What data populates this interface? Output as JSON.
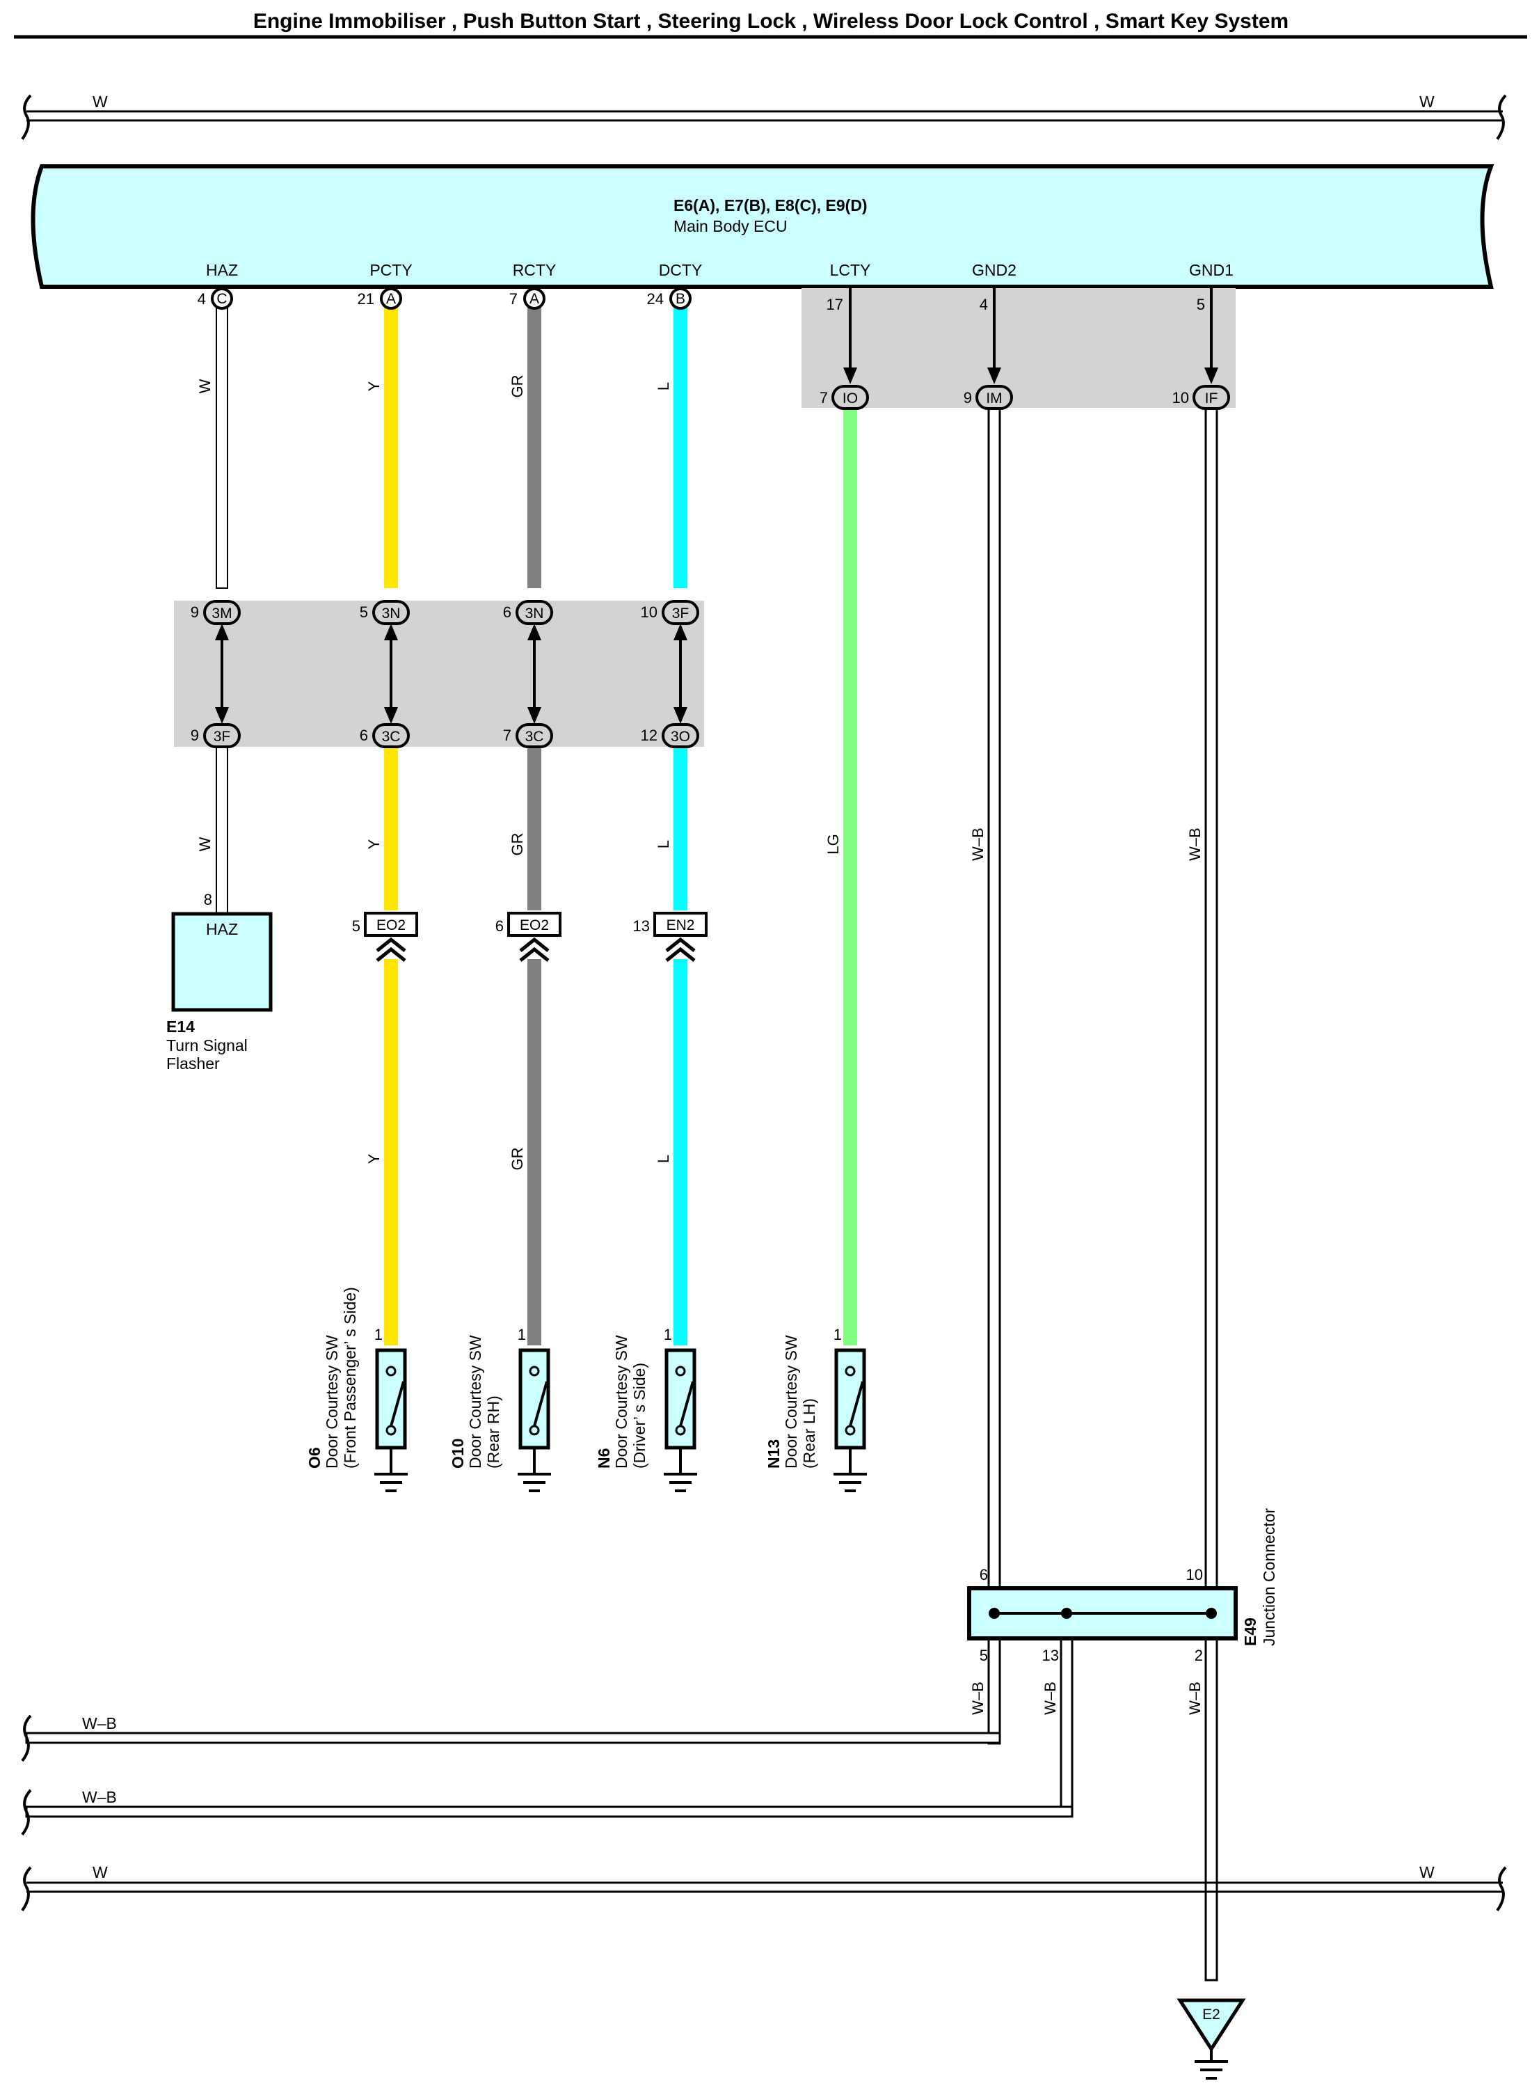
{
  "title": "Engine Immobiliser , Push Button Start , Steering Lock , Wireless Door Lock Control , Smart Key System",
  "bus_top": {
    "left_label": "W",
    "right_label": "W"
  },
  "ecu": {
    "code": "E6(A), E7(B), E8(C), E9(D)",
    "name": "Main Body ECU"
  },
  "terminals": {
    "haz": {
      "name": "HAZ",
      "pin": "4",
      "conn": "C"
    },
    "pcty": {
      "name": "PCTY",
      "pin": "21",
      "conn": "A"
    },
    "rcty": {
      "name": "RCTY",
      "pin": "7",
      "conn": "A"
    },
    "dcty": {
      "name": "DCTY",
      "pin": "24",
      "conn": "B"
    },
    "lcty": {
      "name": "LCTY",
      "pin": "17"
    },
    "gnd2": {
      "name": "GND2",
      "pin": "4"
    },
    "gnd1": {
      "name": "GND1",
      "pin": "5"
    }
  },
  "internal_connectors": {
    "io": {
      "pin": "7",
      "label": "IO"
    },
    "im": {
      "pin": "9",
      "label": "IM"
    },
    "if": {
      "pin": "10",
      "label": "IF"
    }
  },
  "junction_upper": [
    {
      "pin": "9",
      "label": "3M"
    },
    {
      "pin": "5",
      "label": "3N"
    },
    {
      "pin": "6",
      "label": "3N"
    },
    {
      "pin": "10",
      "label": "3F"
    }
  ],
  "junction_lower": [
    {
      "pin": "9",
      "label": "3F"
    },
    {
      "pin": "6",
      "label": "3C"
    },
    {
      "pin": "7",
      "label": "3C"
    },
    {
      "pin": "12",
      "label": "3O"
    }
  ],
  "wire_colors": {
    "haz": "W",
    "pcty": "Y",
    "rcty": "GR",
    "dcty": "L",
    "lcty": "LG",
    "gnd2": "W–B",
    "gnd1": "W–B"
  },
  "colors": {
    "ecu_fill": "#ccffff",
    "junction_fill": "#d3d3d3",
    "yellow": "#ffe600",
    "gray": "#808080",
    "cyan": "#00ffff",
    "light_green": "#80ff80"
  },
  "flasher": {
    "pin": "8",
    "label": "HAZ",
    "code": "E14",
    "name_line1": "Turn Signal",
    "name_line2": "Flasher"
  },
  "inline_connectors": [
    {
      "pin": "5",
      "label": "EO2"
    },
    {
      "pin": "6",
      "label": "EO2"
    },
    {
      "pin": "13",
      "label": "EN2"
    }
  ],
  "switches": [
    {
      "code": "O6",
      "line1": "Door Courtesy SW",
      "line2": "(Front Passenger’ s Side)",
      "pin": "1"
    },
    {
      "code": "O10",
      "line1": "Door Courtesy SW",
      "line2": "(Rear RH)",
      "pin": "1"
    },
    {
      "code": "N6",
      "line1": "Door Courtesy SW",
      "line2": "(Driver’ s Side)",
      "pin": "1"
    },
    {
      "code": "N13",
      "line1": "Door Courtesy SW",
      "line2": "(Rear LH)",
      "pin": "1"
    }
  ],
  "junction_connector": {
    "code": "E49",
    "name": "Junction Connector",
    "pin_6": "6",
    "pin_10": "10",
    "pin_5": "5",
    "pin_13": "13",
    "pin_2": "2"
  },
  "ground_wires": {
    "wire1": "W–B",
    "wire2": "W–B",
    "wire3": "W–B"
  },
  "bus_bottom": {
    "wb1_label": "W–B",
    "wb2_label": "W–B",
    "w_left": "W",
    "w_right": "W"
  },
  "ground_point": {
    "label": "E2"
  }
}
